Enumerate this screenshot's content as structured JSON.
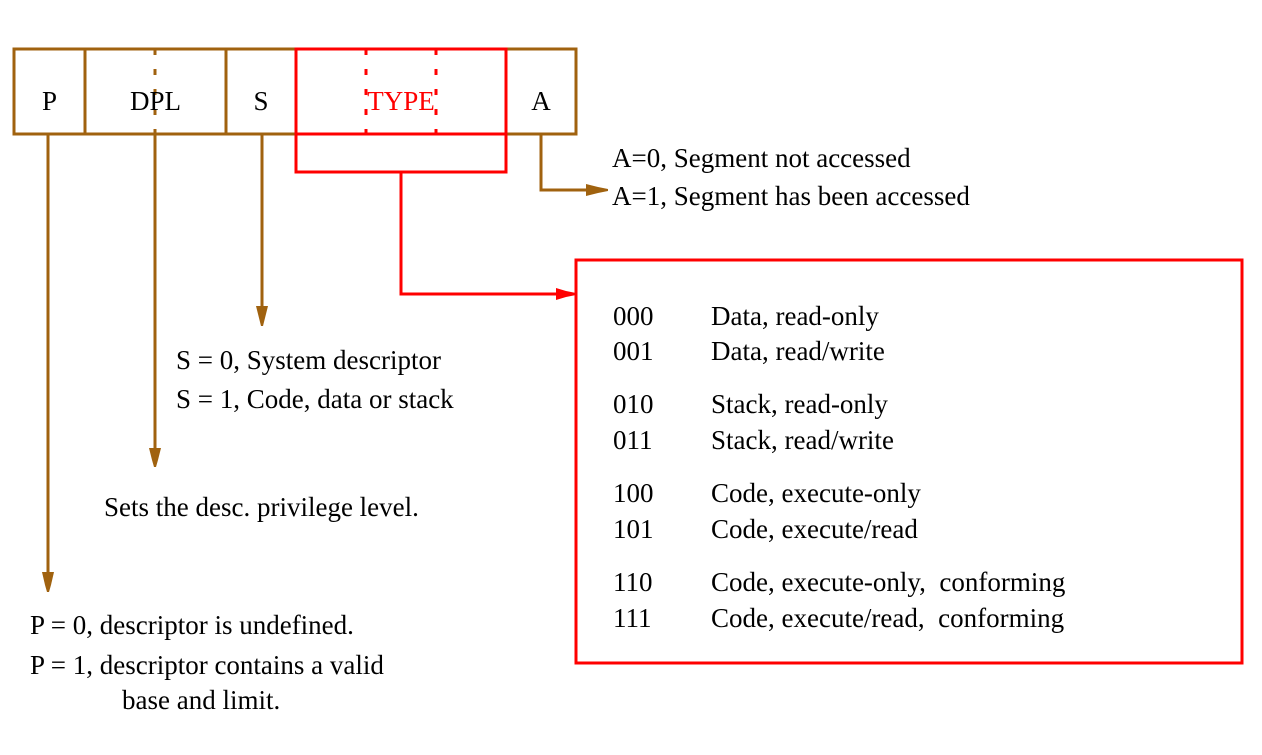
{
  "colors": {
    "field": "#a0620f",
    "type": "#ff0000",
    "text": "#000000"
  },
  "fields": [
    {
      "id": "p",
      "label": "P"
    },
    {
      "id": "dpl",
      "label": "DPL"
    },
    {
      "id": "s",
      "label": "S"
    },
    {
      "id": "type",
      "label": "TYPE"
    },
    {
      "id": "a",
      "label": "A"
    }
  ],
  "annotations": {
    "a": [
      "A=0, Segment not accessed",
      "A=1, Segment has been accessed"
    ],
    "s": [
      "S = 0, System descriptor",
      "S = 1, Code, data or stack"
    ],
    "dpl": [
      "Sets the desc. privilege level."
    ],
    "p": [
      "P = 0, descriptor is undefined.",
      "P = 1, descriptor contains a valid",
      "base and limit."
    ]
  },
  "type_table": [
    {
      "code": "000",
      "desc": "Data, read-only"
    },
    {
      "code": "001",
      "desc": "Data, read/write"
    },
    {
      "code": "010",
      "desc": "Stack, read-only"
    },
    {
      "code": "011",
      "desc": "Stack, read/write"
    },
    {
      "code": "100",
      "desc": "Code, execute-only"
    },
    {
      "code": "101",
      "desc": "Code, execute/read"
    },
    {
      "code": "110",
      "desc": "Code, execute-only,  conforming"
    },
    {
      "code": "111",
      "desc": "Code, execute/read,  conforming"
    }
  ]
}
